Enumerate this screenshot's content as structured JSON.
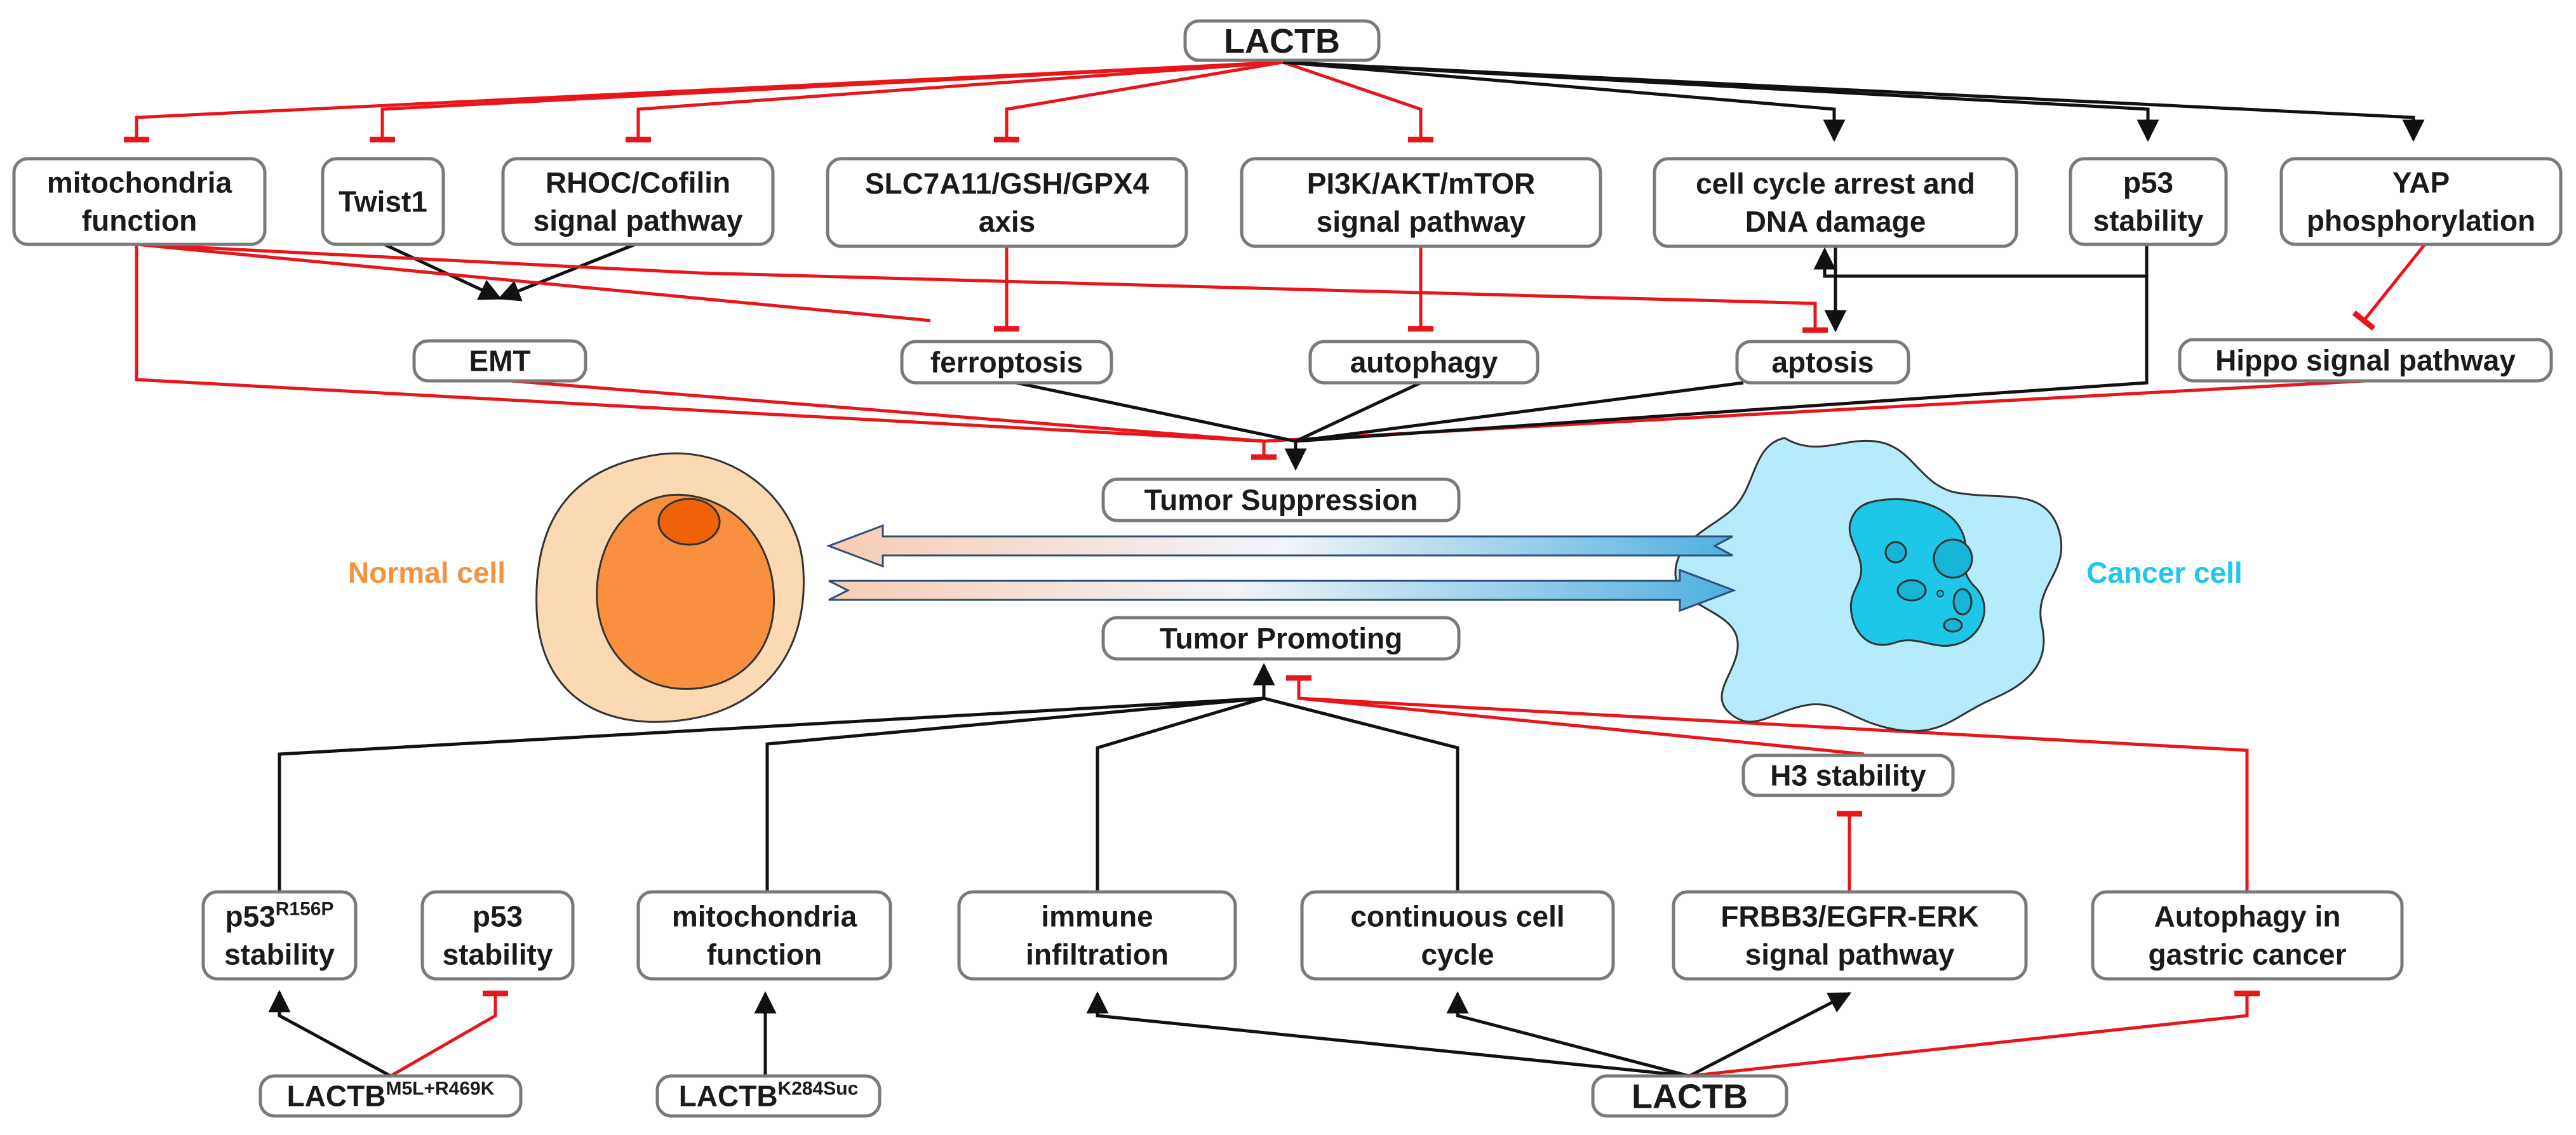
{
  "colors": {
    "inhibit": "#e8161b",
    "activate": "#111111",
    "box_border": "#7a7a7a",
    "normal_cell_label": "#f5923e",
    "cancer_cell_label": "#1ec8ea"
  },
  "top": {
    "lactb": "LACTB",
    "mito_function": [
      "mitochondria",
      "function"
    ],
    "twist1": "Twist1",
    "rhoc": [
      "RHOC/Cofilin",
      "signal pathway"
    ],
    "slc7a11": [
      "SLC7A11/GSH/GPX4",
      "axis"
    ],
    "pi3k": [
      "PI3K/AKT/mTOR",
      "signal pathway"
    ],
    "cell_cycle_arrest": [
      "cell cycle arrest and",
      "DNA damage"
    ],
    "p53_stability": [
      "p53",
      "stability"
    ],
    "yap": [
      "YAP",
      "phosphorylation"
    ],
    "emt": "EMT",
    "ferroptosis": "ferroptosis",
    "autophagy": "autophagy",
    "aptosis": "aptosis",
    "hippo": "Hippo signal pathway"
  },
  "middle": {
    "tumor_suppression": "Tumor Suppression",
    "tumor_promoting": "Tumor Promoting",
    "normal_cell": "Normal cell",
    "cancer_cell": "Cancer cell"
  },
  "bottom": {
    "p53_r156p": {
      "base": "p53",
      "sup": "R156P",
      "line2": "stability"
    },
    "p53_stability": [
      "p53",
      "stability"
    ],
    "mito_function": [
      "mitochondria",
      "function"
    ],
    "immune": [
      "immune",
      "infiltration"
    ],
    "continuous": [
      "continuous cell",
      "cycle"
    ],
    "h3": "H3 stability",
    "frbb3": [
      "FRBB3/EGFR-ERK",
      "signal pathway"
    ],
    "autophagy_gc": [
      "Autophagy in",
      "gastric cancer"
    ],
    "lactb_m5l": {
      "base": "LACTB",
      "sup": "M5L+R469K"
    },
    "lactb_k284": {
      "base": "LACTB",
      "sup": "K284Suc"
    },
    "lactb": "LACTB"
  }
}
